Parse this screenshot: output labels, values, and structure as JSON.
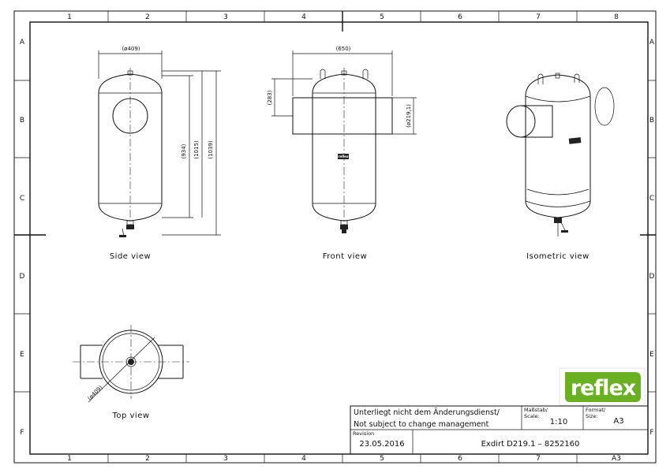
{
  "frame": {
    "columns": [
      "1",
      "2",
      "3",
      "4",
      "5",
      "6",
      "7",
      "8"
    ],
    "rows": [
      "A",
      "B",
      "C",
      "D",
      "E",
      "F"
    ],
    "bottom_columns": [
      "1",
      "2",
      "3",
      "4",
      "5",
      "6",
      "7",
      "A3"
    ]
  },
  "views": {
    "side": "Side view",
    "front": "Front view",
    "isometric": "Isometric view",
    "top": "Top view"
  },
  "dimensions": {
    "side_width": "(ø409)",
    "side_h1": "(934)",
    "side_h2": "(1015)",
    "side_h3": "(1039)",
    "front_width": "(650)",
    "front_nozzle_height": "(283)",
    "front_nozzle_dia": "(ø219,1)",
    "top_dia": "(ø409)"
  },
  "title_block": {
    "note_line1": "Unterliegt nicht dem Änderungsdienst/",
    "note_line2": "Not subject to change management",
    "scale_label_de": "Maßstab/",
    "scale_label_en": "Scale:",
    "scale_value": "1:10",
    "format_label_de": "Format/",
    "format_label_en": "Size:",
    "format_value": "A3",
    "revision_label": "Revision",
    "revision_date": "23.05.2016",
    "title": "Exdirt D219.1 – 8252160"
  },
  "logo": {
    "text": "reflex",
    "color": "#6ab023",
    "mini_text": "reflex"
  }
}
